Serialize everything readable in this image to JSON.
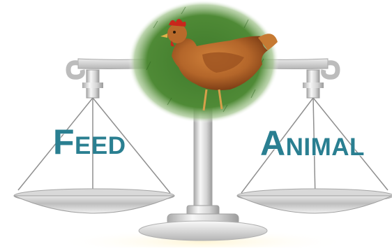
{
  "labels": {
    "left": "Feed",
    "right": "Animal"
  },
  "colors": {
    "label": "#2a7f91",
    "metal_light": "#f2f2f2",
    "metal_dark": "#9a9a9a",
    "grass": "#3f7a2c",
    "hen": "#b4662a"
  },
  "image": {
    "subject": "balance-scale-with-hen"
  }
}
